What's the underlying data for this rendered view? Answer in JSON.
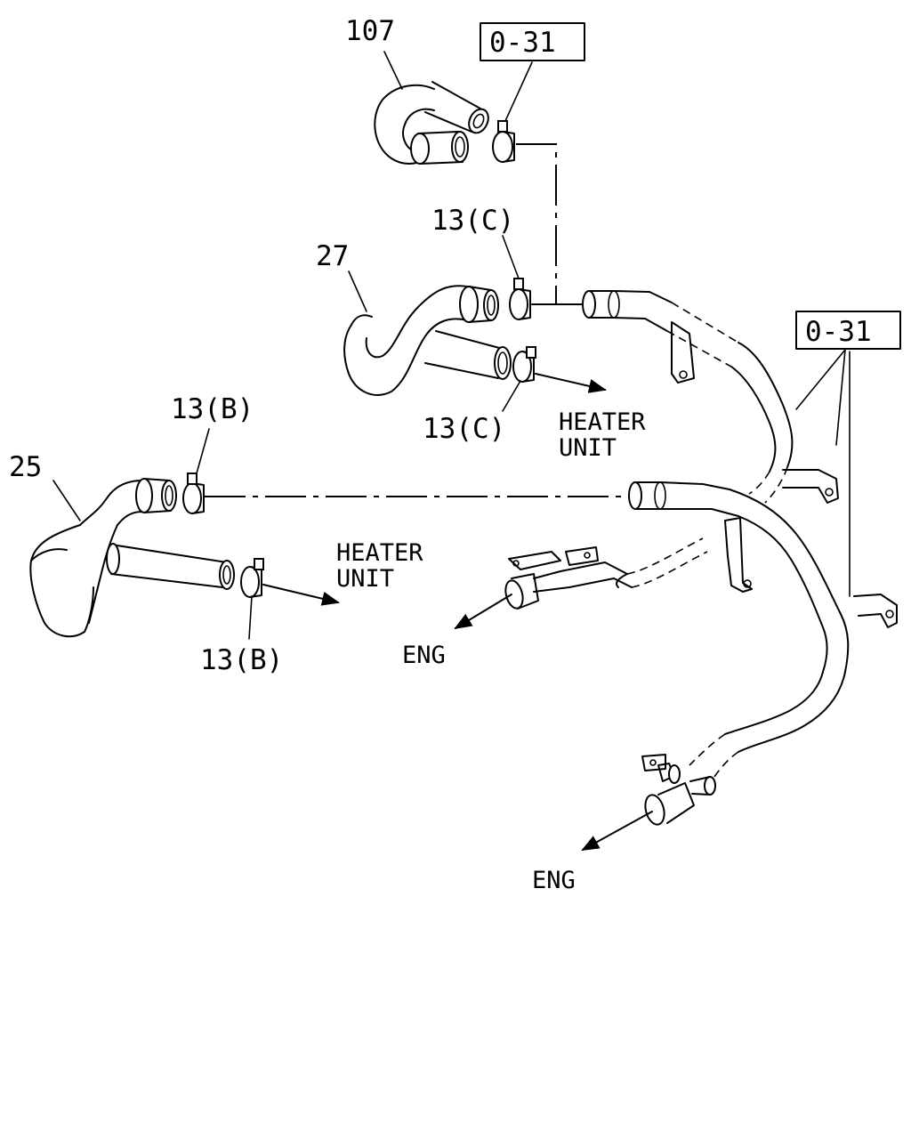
{
  "labels": {
    "part_107": "107",
    "part_27": "27",
    "part_25": "25",
    "clamp_13c_top": "13(C)",
    "clamp_13c_bottom": "13(C)",
    "clamp_13b_top": "13(B)",
    "clamp_13b_bottom": "13(B)",
    "ref_top": "0-31",
    "ref_right": "0-31",
    "heater_unit_1_line1": "HEATER",
    "heater_unit_1_line2": "UNIT",
    "heater_unit_2_line1": "HEATER",
    "heater_unit_2_line2": "UNIT",
    "eng_1": "ENG",
    "eng_2": "ENG"
  }
}
